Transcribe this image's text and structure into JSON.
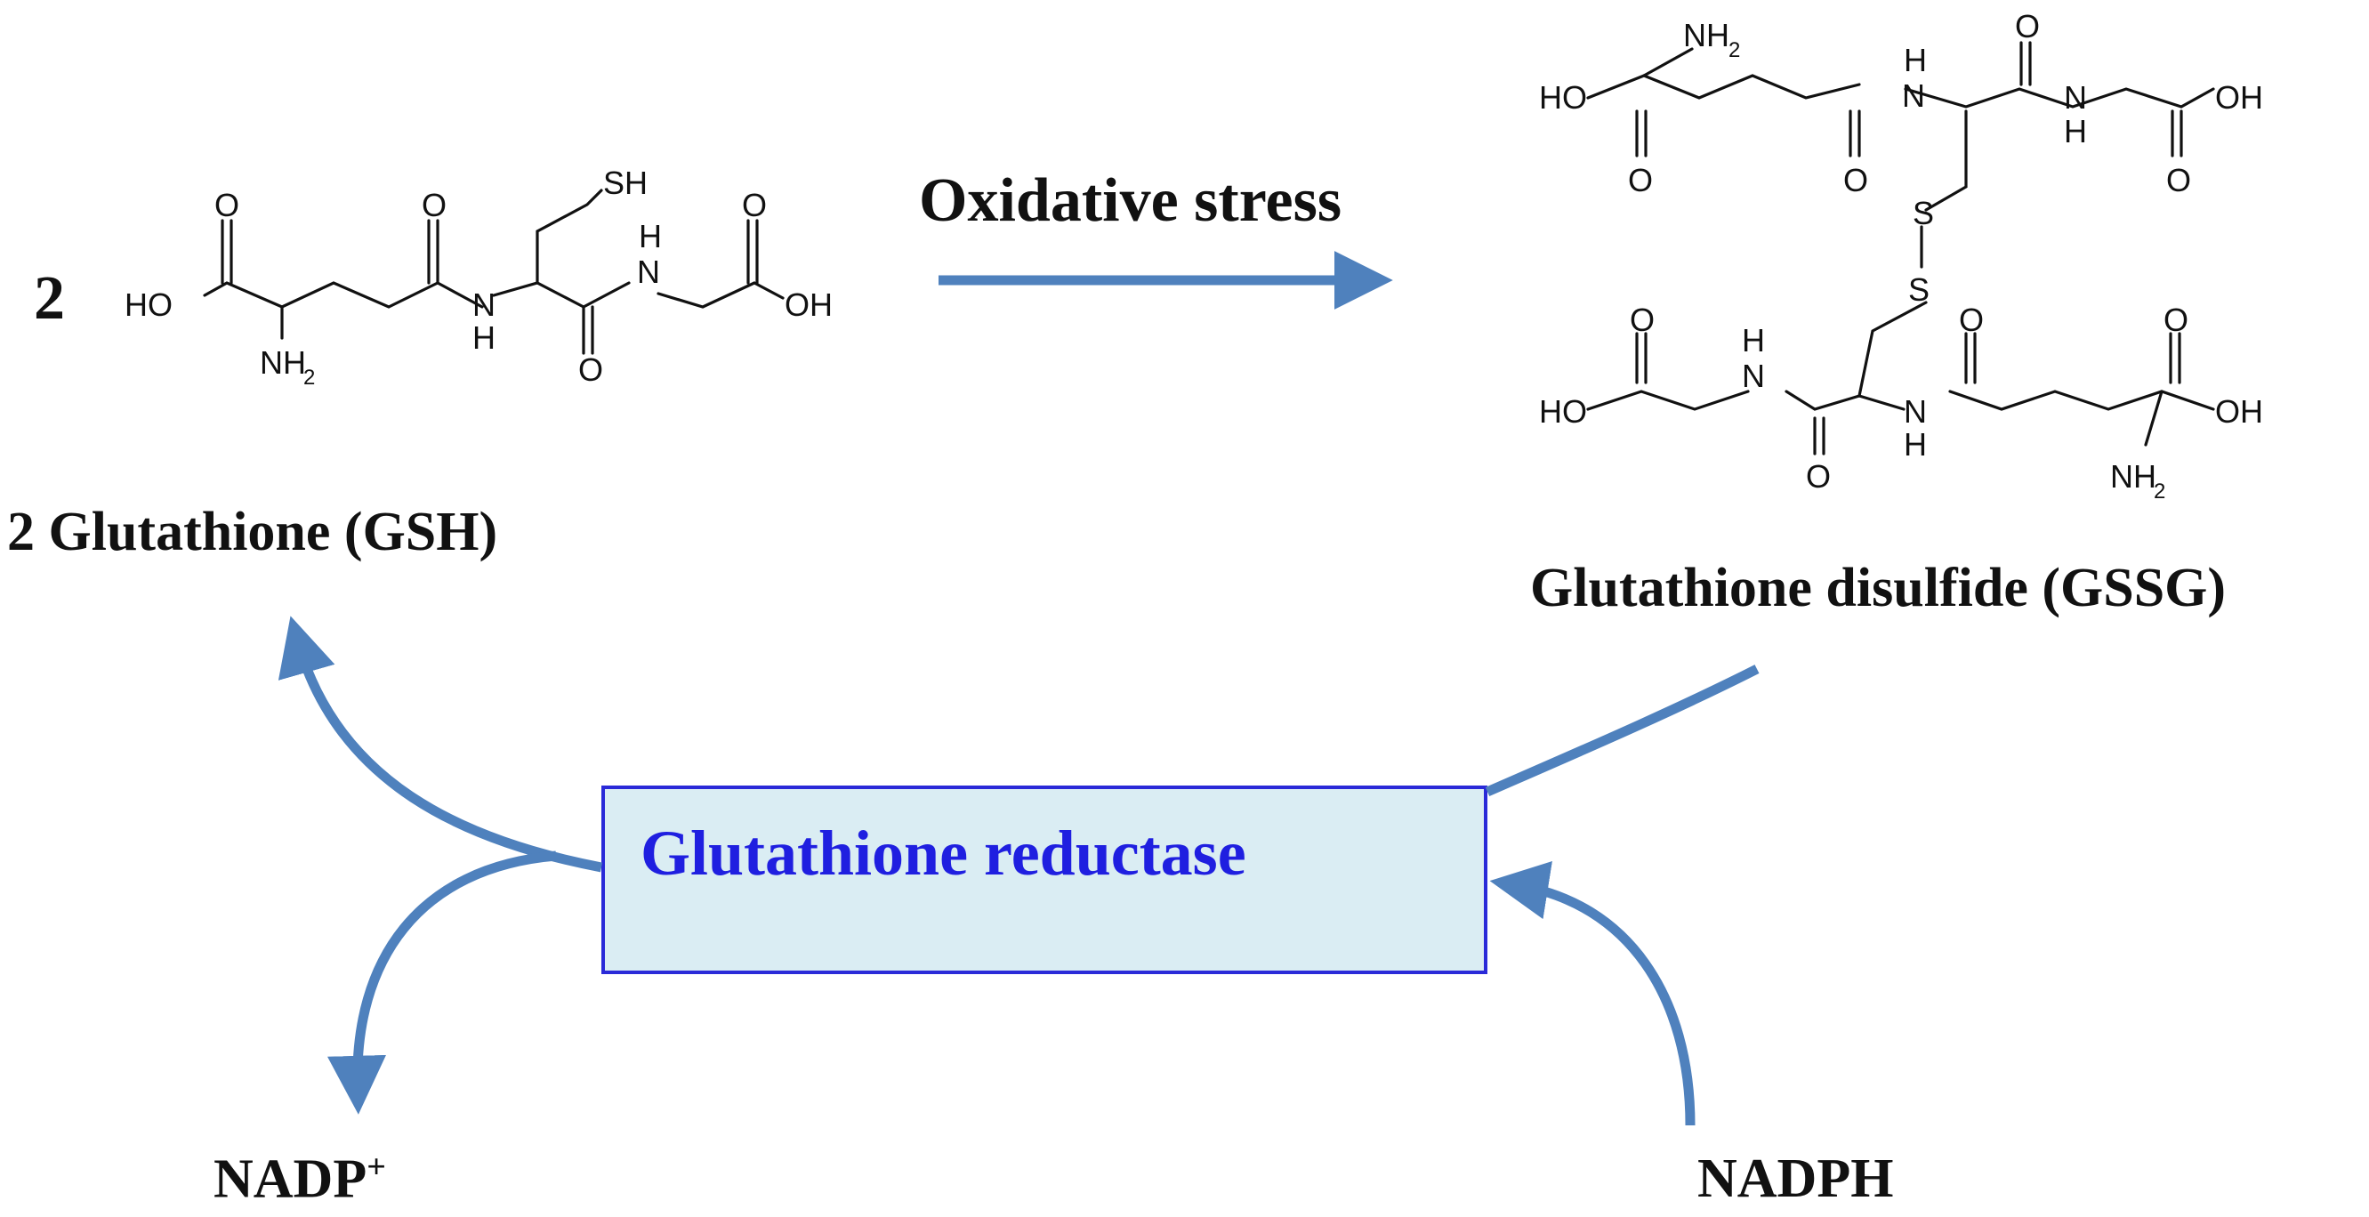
{
  "diagram": {
    "coefficient": "2",
    "gsh_label": "2 Glutathione (GSH)",
    "gssg_label": "Glutathione disulfide (GSSG)",
    "reaction_label": "Oxidative stress",
    "enzyme_label": "Glutathione reductase",
    "nadp_label": "NADP",
    "nadp_superscript": "+",
    "nadph_label": "NADPH",
    "arrow_color": "#4f81bd",
    "enzyme_box_fill": "#daedf3",
    "enzyme_box_border": "#2a2ad8",
    "enzyme_text_color": "#1f1fe0"
  },
  "gsh_structure": {
    "atoms": [
      "HO",
      "O",
      "NH",
      "2",
      "O",
      "N",
      "H",
      "SH",
      "O",
      "H",
      "N",
      "O",
      "OH"
    ]
  },
  "gssg_structure": {
    "atoms": [
      "NH",
      "2",
      "HO",
      "O",
      "O",
      "H",
      "N",
      "O",
      "N",
      "H",
      "OH",
      "O",
      "S",
      "S",
      "O",
      "H",
      "N",
      "O",
      "HO",
      "O",
      "N",
      "H",
      "O",
      "OH",
      "NH",
      "2"
    ]
  }
}
